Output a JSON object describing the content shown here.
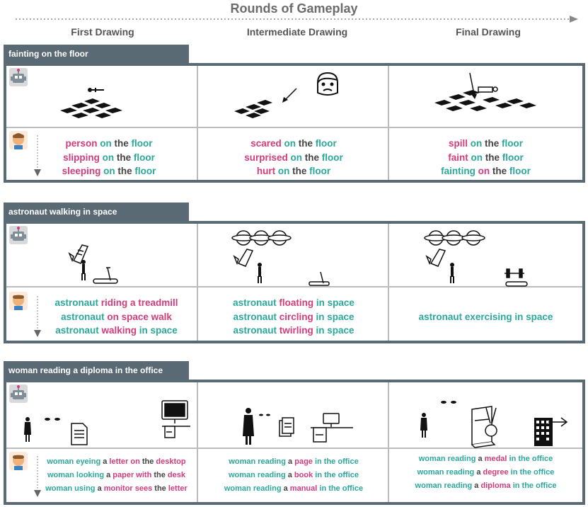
{
  "header": {
    "title": "Rounds of Gameplay",
    "columns": [
      "First Drawing",
      "Intermediate Drawing",
      "Final Drawing"
    ]
  },
  "colors": {
    "section_bar": "#596a74",
    "pink": "#d23c7b",
    "teal": "#2ba89a"
  },
  "sections": [
    {
      "title": "fainting on the floor",
      "icons": {
        "ai": "robot-icon",
        "human": "person-icon"
      },
      "captions": [
        [
          [
            {
              "t": "person",
              "c": "pink"
            },
            {
              "t": " on",
              "c": "teal"
            },
            {
              "t": " the",
              "c": "gray"
            },
            {
              "t": " floor",
              "c": "teal"
            }
          ],
          [
            {
              "t": "slipping",
              "c": "pink"
            },
            {
              "t": " on",
              "c": "teal"
            },
            {
              "t": " the",
              "c": "gray"
            },
            {
              "t": " floor",
              "c": "teal"
            }
          ],
          [
            {
              "t": "sleeping",
              "c": "pink"
            },
            {
              "t": " on",
              "c": "teal"
            },
            {
              "t": " the",
              "c": "gray"
            },
            {
              "t": " floor",
              "c": "teal"
            }
          ]
        ],
        [
          [
            {
              "t": "scared",
              "c": "pink"
            },
            {
              "t": " on",
              "c": "teal"
            },
            {
              "t": " the",
              "c": "gray"
            },
            {
              "t": " floor",
              "c": "teal"
            }
          ],
          [
            {
              "t": "surprised",
              "c": "pink"
            },
            {
              "t": " on",
              "c": "teal"
            },
            {
              "t": " the",
              "c": "gray"
            },
            {
              "t": " floor",
              "c": "teal"
            }
          ],
          [
            {
              "t": "hurt",
              "c": "pink"
            },
            {
              "t": " on",
              "c": "teal"
            },
            {
              "t": " the",
              "c": "gray"
            },
            {
              "t": " floor",
              "c": "teal"
            }
          ]
        ],
        [
          [
            {
              "t": "spill",
              "c": "pink"
            },
            {
              "t": " on",
              "c": "teal"
            },
            {
              "t": " the",
              "c": "gray"
            },
            {
              "t": " floor",
              "c": "teal"
            }
          ],
          [
            {
              "t": "faint",
              "c": "pink"
            },
            {
              "t": " on",
              "c": "teal"
            },
            {
              "t": " the",
              "c": "gray"
            },
            {
              "t": " floor",
              "c": "teal"
            }
          ],
          [
            {
              "t": "fainting",
              "c": "teal"
            },
            {
              "t": " on",
              "c": "pink"
            },
            {
              "t": " the",
              "c": "gray"
            },
            {
              "t": " floor",
              "c": "teal"
            }
          ]
        ]
      ]
    },
    {
      "title": "astronaut walking in space",
      "icons": {
        "ai": "robot-icon",
        "human": "person-icon"
      },
      "captions": [
        [
          [
            {
              "t": "astronaut",
              "c": "teal"
            },
            {
              "t": " riding a treadmill",
              "c": "pink"
            }
          ],
          [
            {
              "t": "astronaut",
              "c": "teal"
            },
            {
              "t": " on space walk",
              "c": "pink"
            }
          ],
          [
            {
              "t": "astronaut",
              "c": "teal"
            },
            {
              "t": " walking",
              "c": "pink"
            },
            {
              "t": " in space",
              "c": "teal"
            }
          ]
        ],
        [
          [
            {
              "t": "astronaut",
              "c": "teal"
            },
            {
              "t": " floating",
              "c": "pink"
            },
            {
              "t": " in space",
              "c": "teal"
            }
          ],
          [
            {
              "t": "astronaut",
              "c": "teal"
            },
            {
              "t": " circling",
              "c": "pink"
            },
            {
              "t": " in space",
              "c": "teal"
            }
          ],
          [
            {
              "t": "astronaut",
              "c": "teal"
            },
            {
              "t": " twirling",
              "c": "pink"
            },
            {
              "t": " in space",
              "c": "teal"
            }
          ]
        ],
        [
          [
            {
              "t": "astronaut exercising in space",
              "c": "teal"
            }
          ]
        ]
      ]
    },
    {
      "title": "woman reading a diploma in the office",
      "icons": {
        "ai": "robot-icon",
        "human": "person-icon"
      },
      "captions": [
        [
          [
            {
              "t": "woman eyeing",
              "c": "teal"
            },
            {
              "t": " a",
              "c": "gray"
            },
            {
              "t": " letter on",
              "c": "pink"
            },
            {
              "t": " the",
              "c": "gray"
            },
            {
              "t": " desktop",
              "c": "pink"
            }
          ],
          [
            {
              "t": "woman looking",
              "c": "teal"
            },
            {
              "t": " a",
              "c": "gray"
            },
            {
              "t": " paper with",
              "c": "pink"
            },
            {
              "t": " the",
              "c": "gray"
            },
            {
              "t": " desk",
              "c": "pink"
            }
          ],
          [
            {
              "t": "woman using",
              "c": "teal"
            },
            {
              "t": " a",
              "c": "gray"
            },
            {
              "t": " monitor sees",
              "c": "pink"
            },
            {
              "t": " the",
              "c": "gray"
            },
            {
              "t": " letter",
              "c": "pink"
            }
          ]
        ],
        [
          [
            {
              "t": "woman reading",
              "c": "teal"
            },
            {
              "t": " a",
              "c": "gray"
            },
            {
              "t": " page",
              "c": "pink"
            },
            {
              "t": " in the",
              "c": "teal"
            },
            {
              "t": " office",
              "c": "teal"
            }
          ],
          [
            {
              "t": "woman reading",
              "c": "teal"
            },
            {
              "t": " a",
              "c": "gray"
            },
            {
              "t": " book",
              "c": "pink"
            },
            {
              "t": " in the",
              "c": "teal"
            },
            {
              "t": " office",
              "c": "teal"
            }
          ],
          [
            {
              "t": "woman reading",
              "c": "teal"
            },
            {
              "t": " a",
              "c": "gray"
            },
            {
              "t": " manual",
              "c": "pink"
            },
            {
              "t": " in the",
              "c": "teal"
            },
            {
              "t": " office",
              "c": "teal"
            }
          ]
        ],
        [
          [
            {
              "t": "woman reading",
              "c": "teal"
            },
            {
              "t": " a",
              "c": "gray"
            },
            {
              "t": " medal",
              "c": "pink"
            },
            {
              "t": " in the",
              "c": "teal"
            },
            {
              "t": " office",
              "c": "teal"
            }
          ],
          [
            {
              "t": "woman reading",
              "c": "teal"
            },
            {
              "t": " a",
              "c": "gray"
            },
            {
              "t": " degree",
              "c": "pink"
            },
            {
              "t": " in the",
              "c": "teal"
            },
            {
              "t": " office",
              "c": "teal"
            }
          ],
          [
            {
              "t": "woman reading",
              "c": "teal"
            },
            {
              "t": " a",
              "c": "gray"
            },
            {
              "t": " diploma",
              "c": "pink"
            },
            {
              "t": " in the",
              "c": "teal"
            },
            {
              "t": " office",
              "c": "teal"
            }
          ]
        ]
      ]
    }
  ]
}
